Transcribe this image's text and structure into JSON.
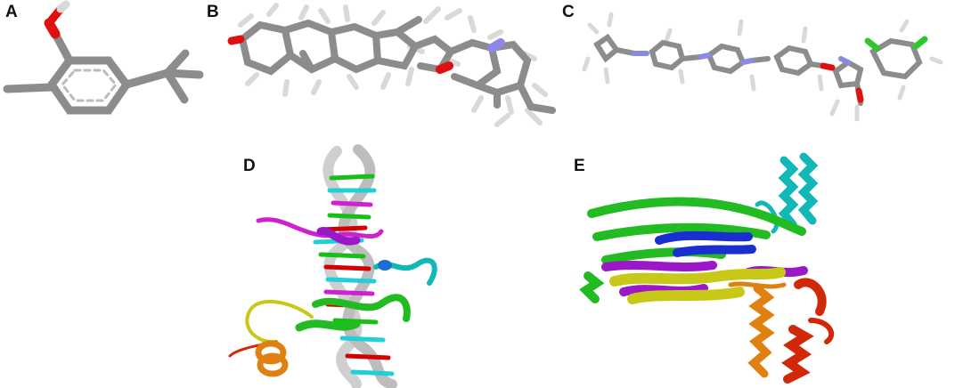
{
  "panels": {
    "a": {
      "label": "A"
    },
    "b": {
      "label": "B"
    },
    "c": {
      "label": "C"
    },
    "d": {
      "label": "D"
    },
    "e": {
      "label": "E"
    }
  },
  "colors": {
    "carbon": "#8c8c8c",
    "hydrogen": "#d9d9d9",
    "oxygen": "#e01010",
    "nitrogen": "#8a8ae6",
    "chlorine": "#2ec82e",
    "dna_backbone": "#d4d4d4",
    "base_red": "#d40000",
    "base_green": "#16c016",
    "base_cyan": "#1fd0d8",
    "base_magenta": "#d020d0",
    "protein_green": "#22bb22",
    "protein_blue": "#1a2fd0",
    "protein_cyan": "#12b8b8",
    "protein_yellow": "#c8c818",
    "protein_purple": "#9a18c8",
    "protein_orange": "#e08010",
    "protein_red": "#d02808"
  }
}
